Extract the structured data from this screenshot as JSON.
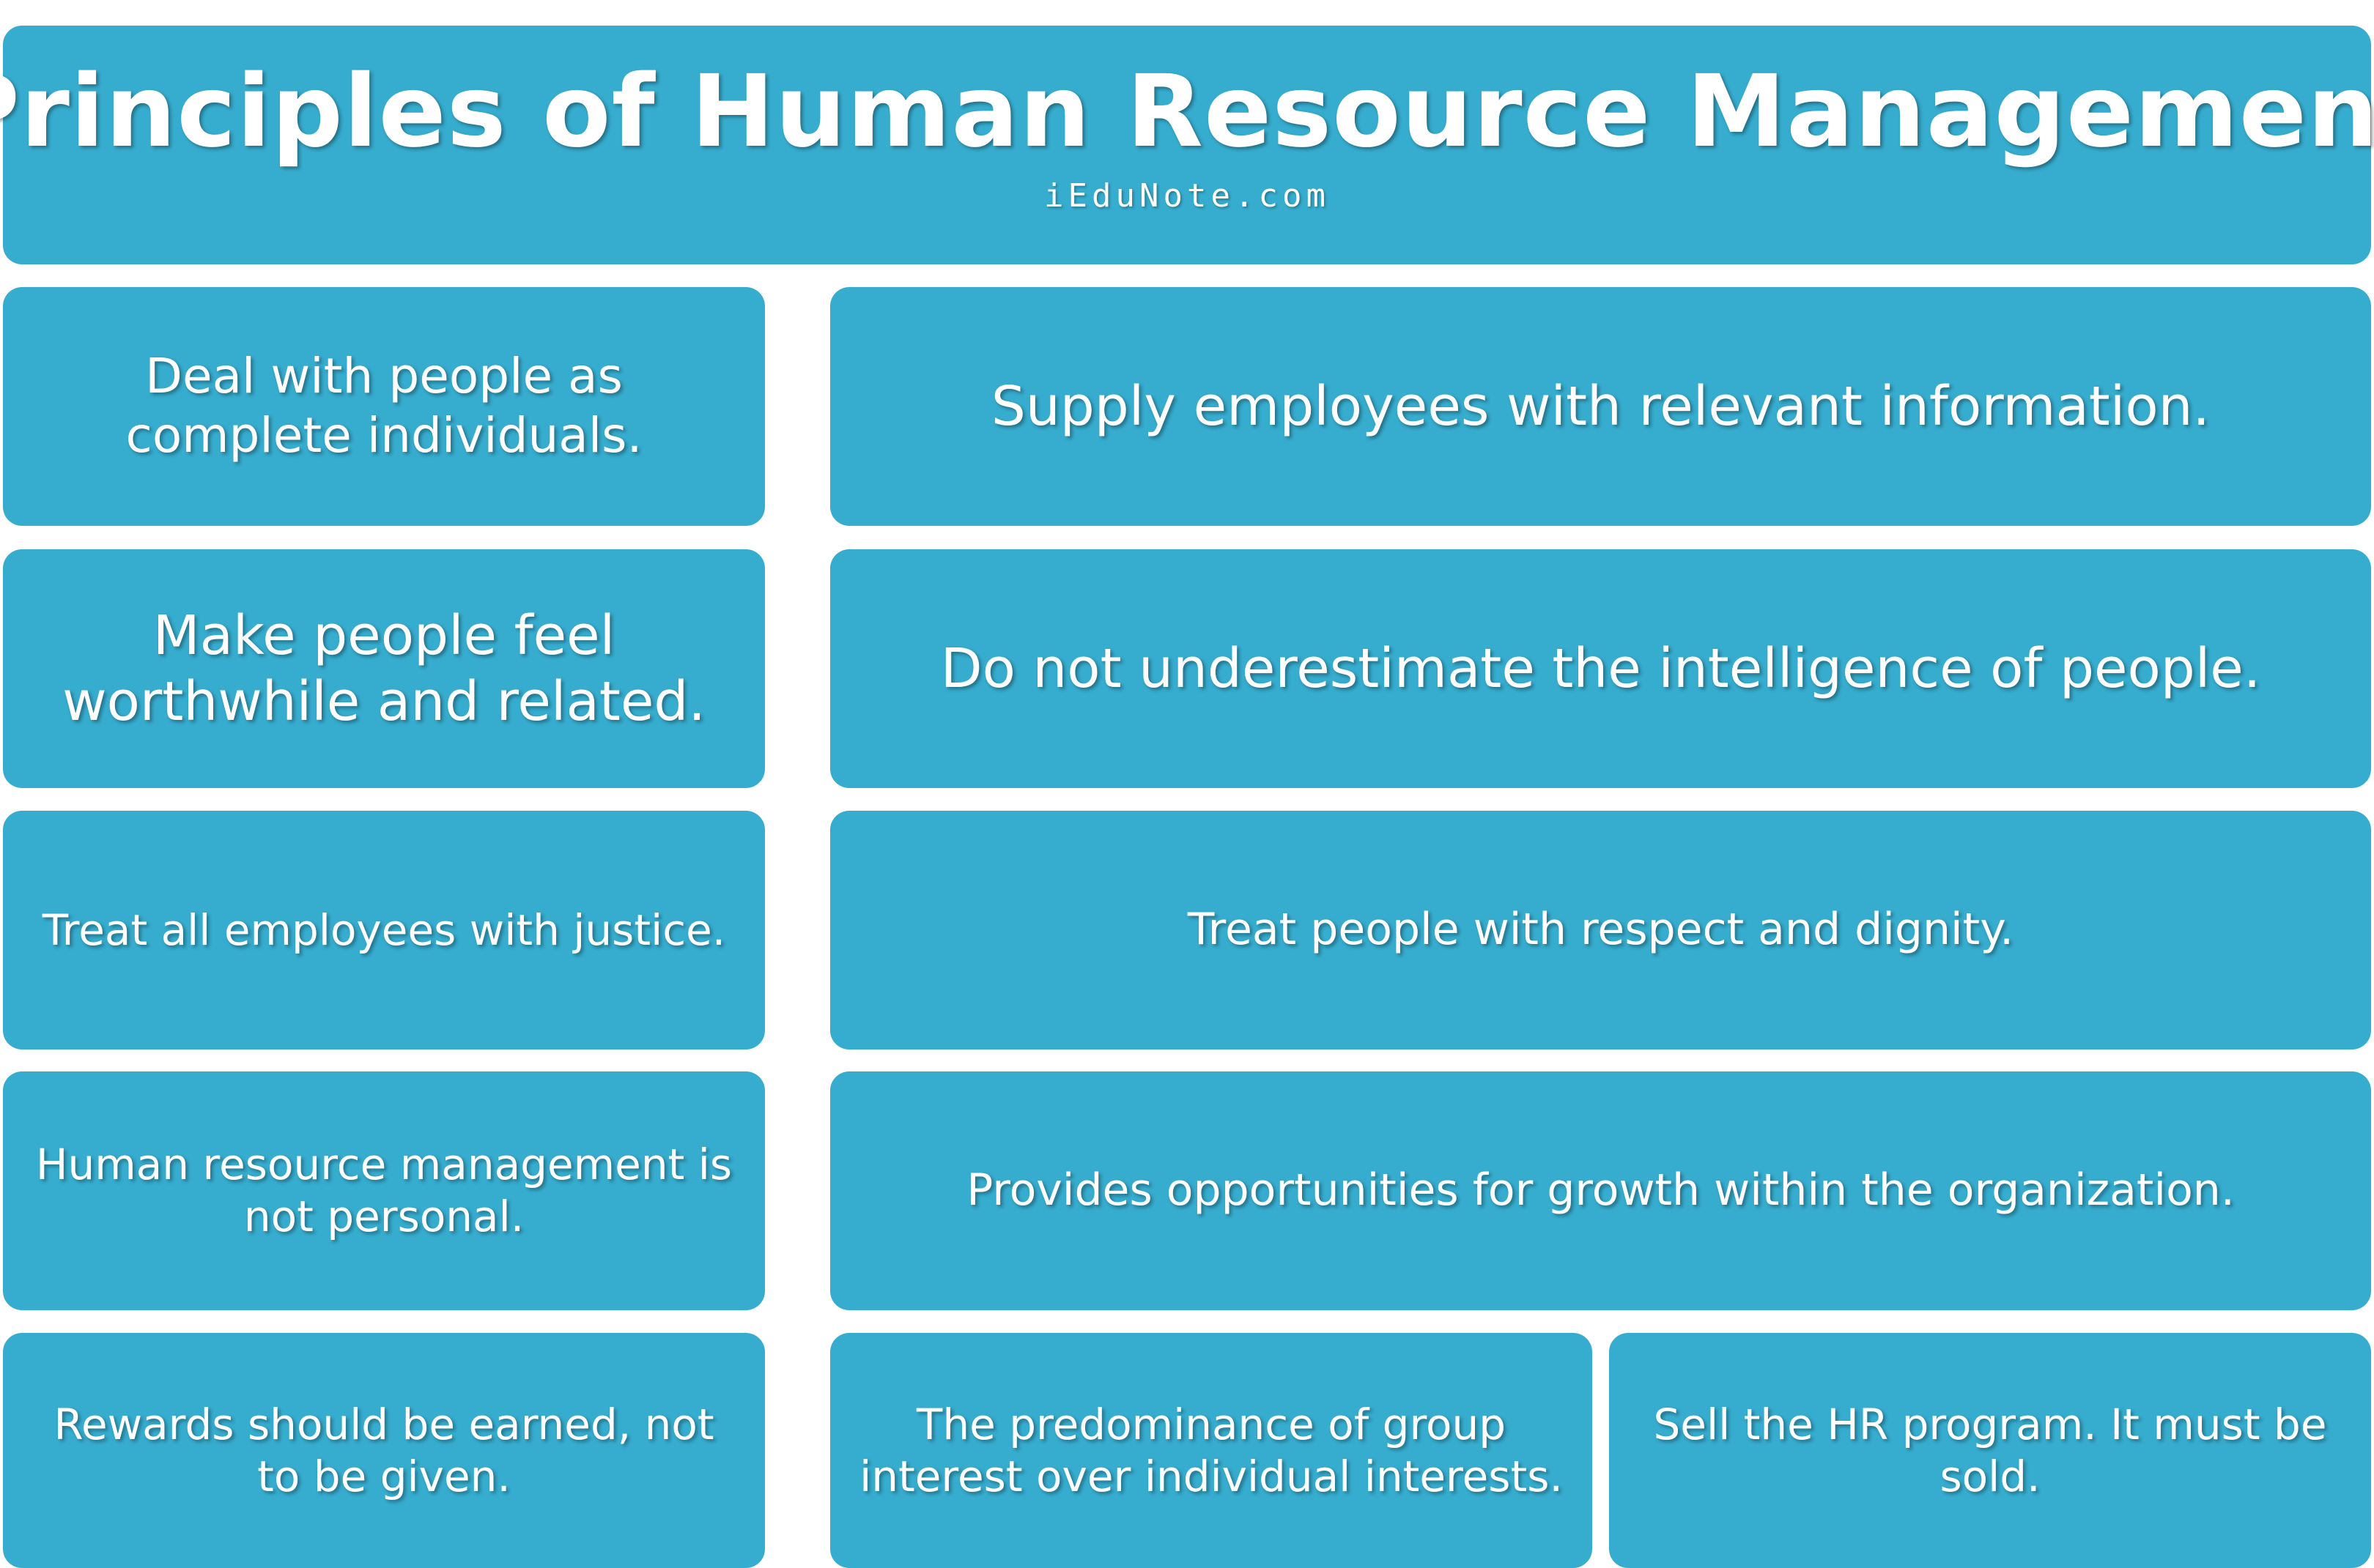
{
  "header": {
    "title": "Principles of Human Resource Management",
    "subtitle": "iEduNote.com"
  },
  "principles": {
    "p1": "Deal with people as complete individuals.",
    "p2": "Supply employees with relevant information.",
    "p3": "Make people feel worthwhile and related.",
    "p4": "Do not underestimate the intelligence of people.",
    "p5": "Treat all employees with justice.",
    "p6": "Treat people with respect and dignity.",
    "p7": "Human resource management is not personal.",
    "p8": "Provides opportunities for growth within the organization.",
    "p9": "Rewards should be earned, not to be given.",
    "p10": "The predominance of group interest over individual interests.",
    "p11": "Sell the HR program. It must be sold."
  },
  "colors": {
    "box": "#36acce",
    "text": "#ffffff",
    "background": "#ffffff"
  }
}
